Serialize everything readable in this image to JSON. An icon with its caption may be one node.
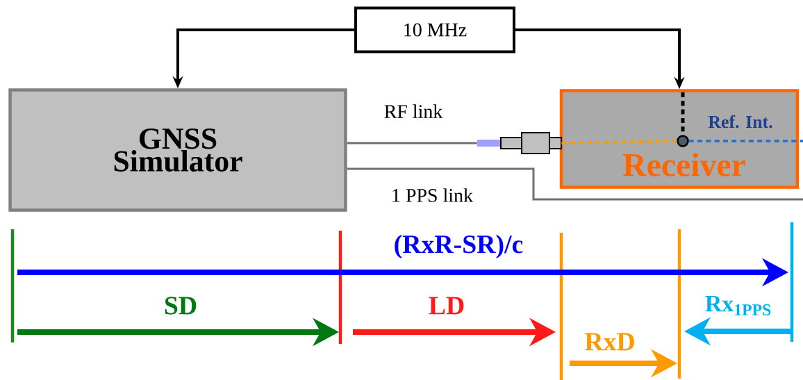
{
  "diagram": {
    "nodes": [
      {
        "text": [
          "10 MHz"
        ]
      },
      {
        "text": [
          "GNSS Simulator"
        ]
      },
      {
        "text": [
          "Receiver"
        ]
      },
      {
        "text": [],
        "shape": "circle",
        "in": 2,
        "beside": [
          "Ref. Int."
        ]
      },
      {
        "text": [],
        "shape": "picture"
      }
    ],
    "edges": [
      {
        "from": 0,
        "to": 1,
        "arrow": "to",
        "color": "#000000"
      },
      {
        "from": 0,
        "to": 2,
        "arrow": "to",
        "color": "#000000"
      },
      {
        "from": 1,
        "to": 4,
        "arrow": "none",
        "label": "RF link",
        "color": "#707070"
      },
      {
        "from": 1,
        "to": null,
        "arrow": "none",
        "label": "1 PPS link",
        "color": "#707070"
      },
      {
        "from": 4,
        "to": 3,
        "arrow": "none",
        "style": "dashed",
        "color": "#ff9900"
      },
      {
        "from": 3,
        "to": null,
        "arrow": "none",
        "style": "dashed",
        "color": "#1f6fcf"
      }
    ],
    "labels": [
      "(RxR-SR)/c",
      "SD",
      "LD",
      "Rx$_{1PPS}$",
      "RxD"
    ]
  }
}
